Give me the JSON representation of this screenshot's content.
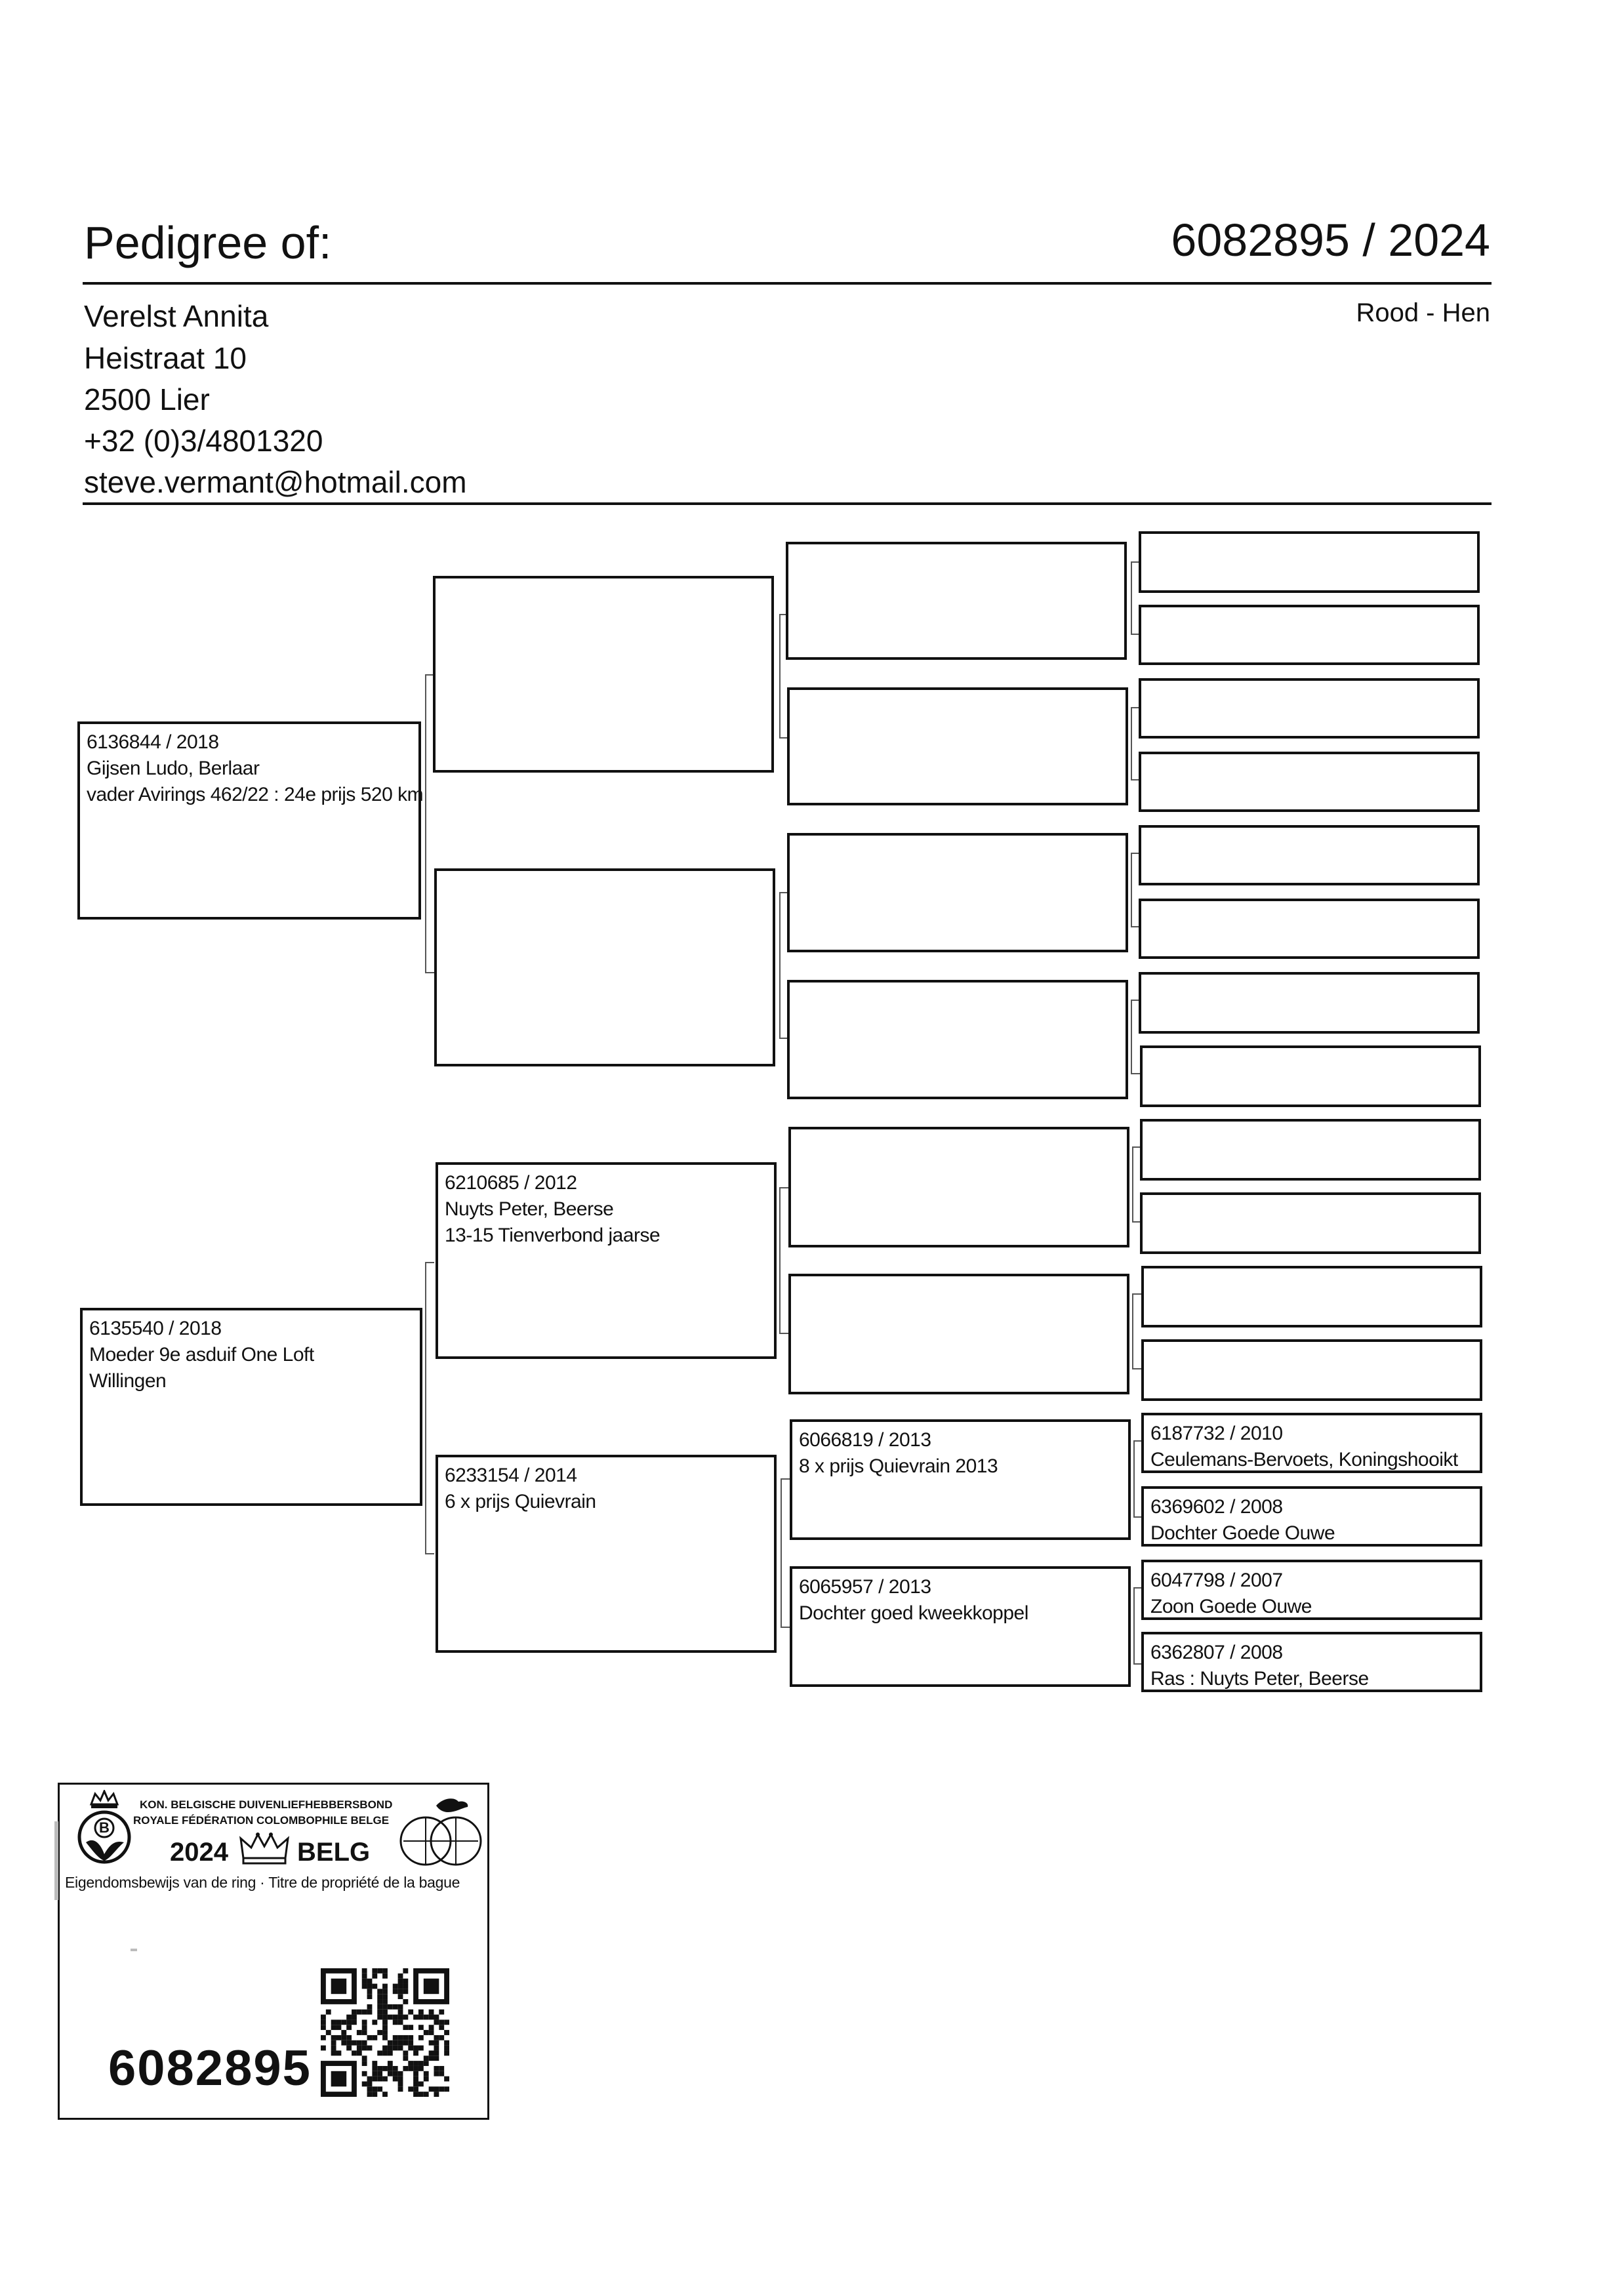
{
  "header": {
    "title": "Pedigree of:",
    "ring_number": "6082895 / 2024",
    "color_sex": "Rood - Hen"
  },
  "owner": {
    "name": "Verelst Annita",
    "street": "Heistraat 10",
    "city": "2500 Lier",
    "phone": "+32 (0)3/4801320",
    "email": "steve.vermant@hotmail.com"
  },
  "pedigree": {
    "father": {
      "ring": "6136844 / 2018",
      "line1": "Gijsen Ludo, Berlaar",
      "line2": "vader Avirings 462/22 : 24e prijs 520 km"
    },
    "mother": {
      "ring": "6135540 / 2018",
      "line1": "Moeder 9e asduif One Loft",
      "line2": "Willingen"
    },
    "mm_father": {
      "ring": "6210685 / 2012",
      "line1": "Nuyts Peter, Beerse",
      "line2": "13-15 Tienverbond jaarse"
    },
    "mm_mother": {
      "ring": "6233154 / 2014",
      "line1": "6 x prijs Quievrain"
    },
    "mmm_father": {
      "ring": "6066819 / 2013",
      "line1": "8 x prijs Quievrain 2013"
    },
    "mmm_mother": {
      "ring": "6065957 / 2013",
      "line1": "Dochter goed kweekkoppel"
    },
    "g4_1": {
      "ring": "6187732 / 2010",
      "line1": "Ceulemans-Bervoets, Koningshooikt"
    },
    "g4_2": {
      "ring": "6369602 / 2008",
      "line1": "Dochter Goede Ouwe"
    },
    "g4_3": {
      "ring": "6047798 / 2007",
      "line1": "Zoon Goede Ouwe"
    },
    "g4_4": {
      "ring": "6362807 / 2008",
      "line1": "Ras : Nuyts Peter, Beerse"
    }
  },
  "ring_card": {
    "federation_nl": "KON. BELGISCHE DUIVENLIEFHEBBERSBOND",
    "federation_fr": "ROYALE FÉDÉRATION COLOMBOPHILE BELGE",
    "year": "2024",
    "country": "BELG",
    "emblem_letter": "B",
    "subtitle": "Eigendomsbewijs van de ring · Titre de propriété de la bague",
    "ring_number": "6082895"
  },
  "icons": [
    "royal-crown-emblem-icon",
    "crown-icon",
    "pigeon-globe-logo-icon",
    "qr-code-icon"
  ]
}
